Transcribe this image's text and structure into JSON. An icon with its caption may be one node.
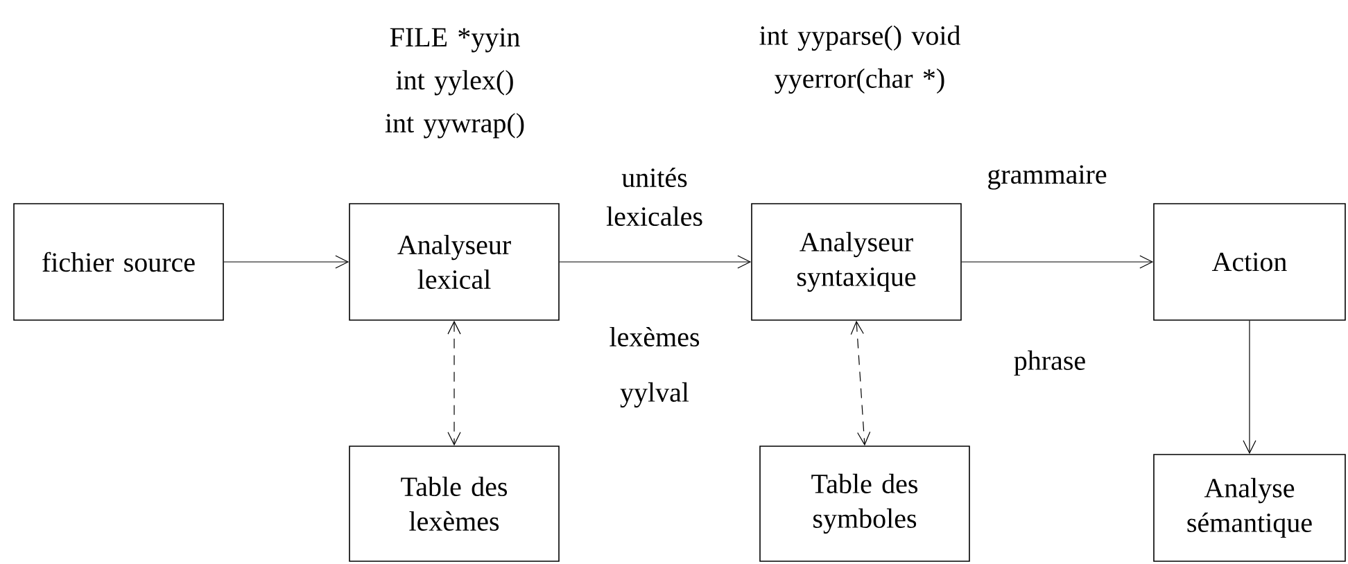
{
  "diagram": {
    "nodes": [
      {
        "text": [
          "fichier source"
        ]
      },
      {
        "text": [
          "Analyseur lexical"
        ],
        "beside": [
          "FILE *yyin int yylex() int yywrap()"
        ]
      },
      {
        "text": [
          "Analyseur syntaxique"
        ],
        "beside": [
          "int yyparse() void yyerror(char *)"
        ]
      },
      {
        "text": [
          "Action"
        ]
      },
      {
        "text": [
          "Table des lexèmes"
        ]
      },
      {
        "text": [
          "Table des symboles"
        ]
      },
      {
        "text": [
          "Analyse sémantique"
        ]
      }
    ],
    "edges": [
      {
        "from": 0,
        "to": 1,
        "arrow": "to"
      },
      {
        "from": 1,
        "to": 2,
        "arrow": "to",
        "label": "unités lexicales"
      },
      {
        "from": 2,
        "to": 3,
        "arrow": "to",
        "label": "grammaire"
      },
      {
        "from": 1,
        "to": 4,
        "arrow": "both",
        "style": "dashed"
      },
      {
        "from": 2,
        "to": 5,
        "arrow": "both",
        "style": "dashed"
      },
      {
        "from": 3,
        "to": 6,
        "arrow": "to"
      }
    ],
    "labels": [
      "lexèmes",
      "yylval",
      "phrase"
    ]
  }
}
